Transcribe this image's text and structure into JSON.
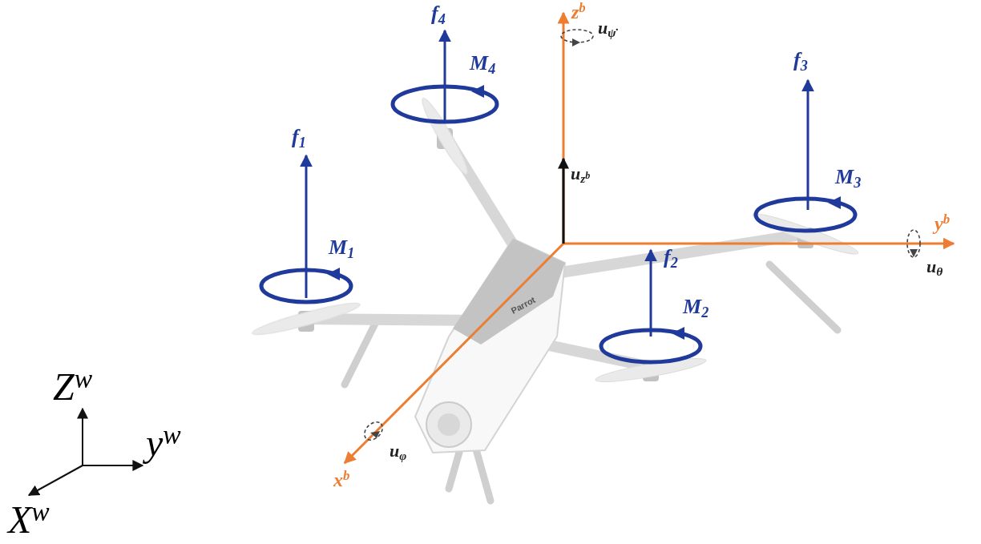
{
  "diagram": {
    "labels": [
      "f4",
      "zb",
      "uψ̇",
      "M4",
      "f1",
      "M1",
      "uzb",
      "f3",
      "M3",
      "yb",
      "uθ",
      "f2",
      "M2",
      "Parrot",
      "Zw",
      "yw",
      "uφ",
      "xb",
      "Xw"
    ]
  }
}
